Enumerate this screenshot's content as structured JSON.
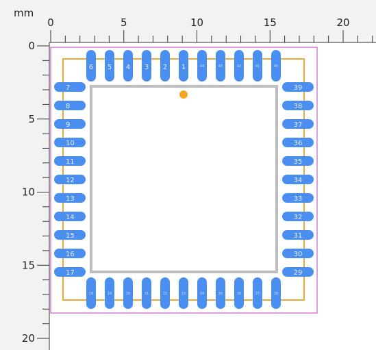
{
  "ruler": {
    "unit": "mm",
    "x_ticks": [
      "0",
      "5",
      "10",
      "15",
      "20"
    ],
    "y_ticks": [
      "0",
      "5",
      "10",
      "15",
      "20"
    ]
  },
  "footprint": {
    "pin1_marker_color": "#f5a623",
    "pad_color": "#4a8ff0",
    "courtyard_color": "#c23cc2",
    "silkscreen_color": "#f0a830",
    "body_outline_color": "#bdbdbd",
    "pins_top": [
      "6",
      "5",
      "4",
      "3",
      "2",
      "1",
      "44",
      "43",
      "42",
      "41",
      "40"
    ],
    "pins_left": [
      "7",
      "8",
      "9",
      "10",
      "11",
      "12",
      "13",
      "14",
      "15",
      "16",
      "17"
    ],
    "pins_right": [
      "39",
      "38",
      "37",
      "36",
      "35",
      "34",
      "33",
      "32",
      "31",
      "30",
      "29"
    ],
    "pins_bottom": [
      "18",
      "19",
      "20",
      "21",
      "22",
      "23",
      "24",
      "25",
      "26",
      "27",
      "28"
    ]
  }
}
